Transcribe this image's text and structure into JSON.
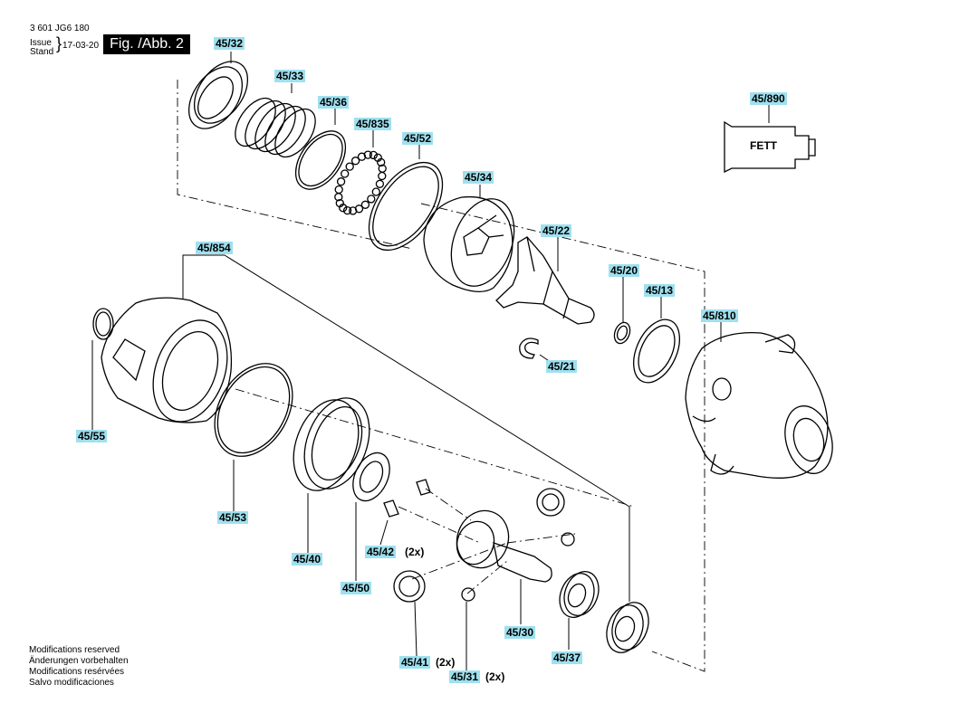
{
  "header": {
    "part_number": "3 601 JG6 180",
    "issue_label": "Issue",
    "stand_label": "Stand",
    "date": "17-03-20",
    "figure_label": "Fig. /Abb. 2"
  },
  "callouts": [
    {
      "id": "c1",
      "label": "45/32"
    },
    {
      "id": "c2",
      "label": "45/33"
    },
    {
      "id": "c3",
      "label": "45/36"
    },
    {
      "id": "c4",
      "label": "45/835"
    },
    {
      "id": "c5",
      "label": "45/52"
    },
    {
      "id": "c6",
      "label": "45/34"
    },
    {
      "id": "c7",
      "label": "45/22"
    },
    {
      "id": "c8",
      "label": "45/890"
    },
    {
      "id": "c9",
      "label": "45/854"
    },
    {
      "id": "c10",
      "label": "45/20"
    },
    {
      "id": "c11",
      "label": "45/13"
    },
    {
      "id": "c12",
      "label": "45/810"
    },
    {
      "id": "c13",
      "label": "45/21"
    },
    {
      "id": "c14",
      "label": "45/55"
    },
    {
      "id": "c15",
      "label": "45/53"
    },
    {
      "id": "c16",
      "label": "45/40"
    },
    {
      "id": "c17",
      "label": "45/42"
    },
    {
      "id": "c18",
      "label": "45/50"
    },
    {
      "id": "c19",
      "label": "45/30"
    },
    {
      "id": "c20",
      "label": "45/41"
    },
    {
      "id": "c21",
      "label": "45/31"
    },
    {
      "id": "c22",
      "label": "45/37"
    }
  ],
  "multipliers": {
    "m42": "(2x)",
    "m41": "(2x)",
    "m31": "(2x)"
  },
  "grease_label": "FETT",
  "footer": [
    "Modifications reserved",
    "Änderungen vorbehalten",
    "Modifications resérvées",
    "Salvo modificaciones"
  ]
}
